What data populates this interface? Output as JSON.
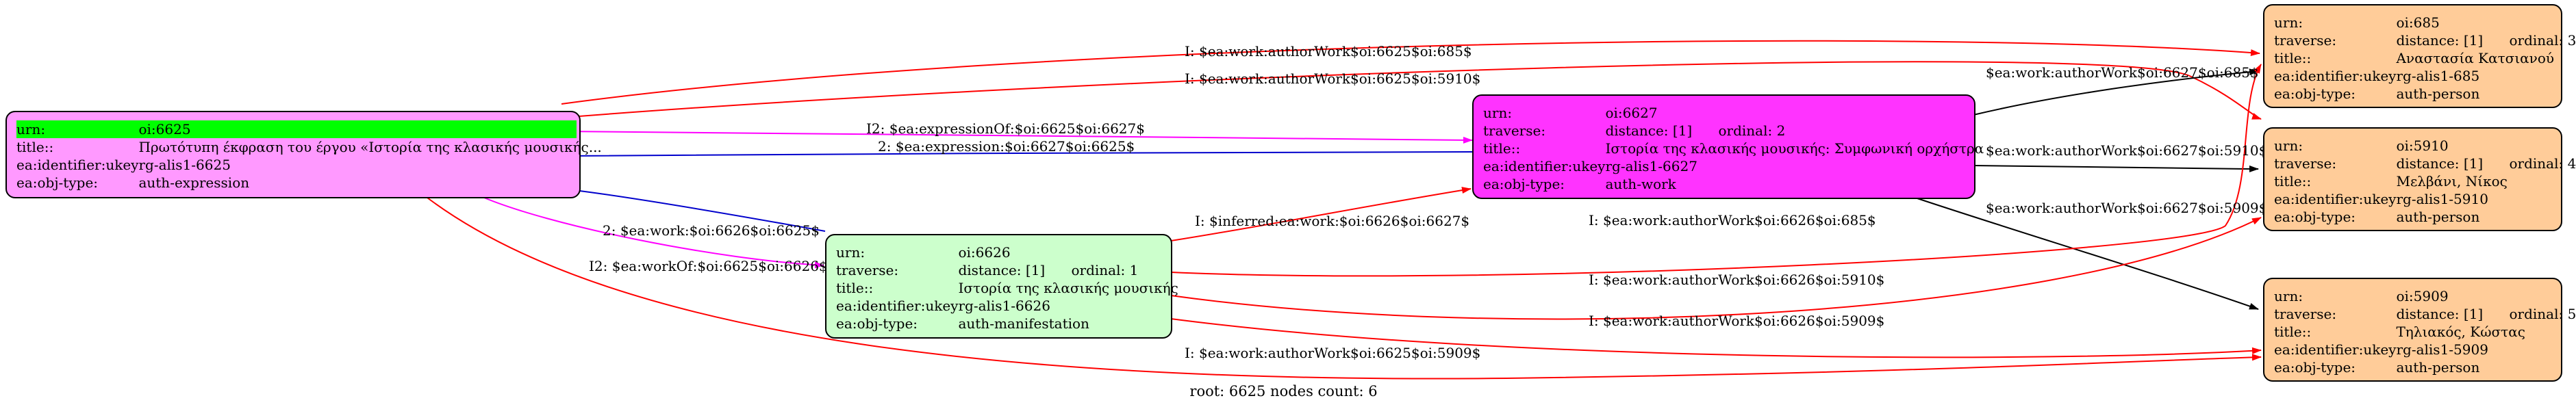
{
  "colors": {
    "expression": "#ff99ff",
    "work": "#ff33ff",
    "manifestation": "#ccffcc",
    "person": "#ffcc99",
    "root_highlight": "#00ff00",
    "edge_red": "#ff0000",
    "edge_magenta": "#ff00ff",
    "edge_blue": "#0000cc",
    "edge_black": "#000000"
  },
  "nodes": [
    {
      "id": "n6625",
      "type": "auth-expression",
      "root": true,
      "rows": {
        "urn_label": "urn:",
        "urn": "oi:6625",
        "title_label": "title::",
        "title": "Πρωτότυπη έκφραση του έργου «Ιστορία της κλασικής μουσικής...",
        "ukey_label": "ea:identifier:ukey",
        "ukey": "rg-alis1-6625",
        "objtype_label": "ea:obj-type:",
        "objtype": "auth-expression"
      }
    },
    {
      "id": "n6627",
      "type": "auth-work",
      "rows": {
        "urn_label": "urn:",
        "urn": "oi:6627",
        "traverse_label": "traverse:",
        "distance": "distance: [1]",
        "ordinal": "ordinal: 2",
        "title_label": "title::",
        "title": "Ιστορία της κλασικής μουσικής: Συμφωνική ορχήστρα",
        "ukey_label": "ea:identifier:ukey",
        "ukey": "rg-alis1-6627",
        "objtype_label": "ea:obj-type:",
        "objtype": "auth-work"
      }
    },
    {
      "id": "n6626",
      "type": "auth-manifestation",
      "rows": {
        "urn_label": "urn:",
        "urn": "oi:6626",
        "traverse_label": "traverse:",
        "distance": "distance: [1]",
        "ordinal": "ordinal: 1",
        "title_label": "title::",
        "title": "Ιστορία της κλασικής μουσικής",
        "ukey_label": "ea:identifier:ukey",
        "ukey": "rg-alis1-6626",
        "objtype_label": "ea:obj-type:",
        "objtype": "auth-manifestation"
      }
    },
    {
      "id": "n685",
      "type": "auth-person",
      "rows": {
        "urn_label": "urn:",
        "urn": "oi:685",
        "traverse_label": "traverse:",
        "distance": "distance: [1]",
        "ordinal": "ordinal: 3",
        "title_label": "title::",
        "title": "Αναστασία Κατσιανού",
        "ukey_label": "ea:identifier:ukey",
        "ukey": "rg-alis1-685",
        "objtype_label": "ea:obj-type:",
        "objtype": "auth-person"
      }
    },
    {
      "id": "n5910",
      "type": "auth-person",
      "rows": {
        "urn_label": "urn:",
        "urn": "oi:5910",
        "traverse_label": "traverse:",
        "distance": "distance: [1]",
        "ordinal": "ordinal: 4",
        "title_label": "title::",
        "title": "Μελβάνι, Νίκος",
        "ukey_label": "ea:identifier:ukey",
        "ukey": "rg-alis1-5910",
        "objtype_label": "ea:obj-type:",
        "objtype": "auth-person"
      }
    },
    {
      "id": "n5909",
      "type": "auth-person",
      "rows": {
        "urn_label": "urn:",
        "urn": "oi:5909",
        "traverse_label": "traverse:",
        "distance": "distance: [1]",
        "ordinal": "ordinal: 5",
        "title_label": "title::",
        "title": "Τηλιακός, Κώστας",
        "ukey_label": "ea:identifier:ukey",
        "ukey": "rg-alis1-5909",
        "objtype_label": "ea:obj-type:",
        "objtype": "auth-person"
      }
    }
  ],
  "edges": [
    {
      "id": "e1",
      "from": "oi:6625",
      "to": "oi:685",
      "label": "I: $ea:work:authorWork$oi:6625$oi:685$",
      "color": "red"
    },
    {
      "id": "e2",
      "from": "oi:6625",
      "to": "oi:5910",
      "label": "I: $ea:work:authorWork$oi:6625$oi:5910$",
      "color": "red"
    },
    {
      "id": "e3",
      "from": "oi:6625",
      "to": "oi:6627",
      "label": "I2: $ea:expressionOf:$oi:6625$oi:6627$",
      "color": "magenta"
    },
    {
      "id": "e4",
      "from": "oi:6627",
      "to": "oi:6625",
      "label": "2: $ea:expression:$oi:6627$oi:6625$",
      "color": "blue"
    },
    {
      "id": "e5",
      "from": "oi:6626",
      "to": "oi:6625",
      "label": "2: $ea:work:$oi:6626$oi:6625$",
      "color": "blue"
    },
    {
      "id": "e6",
      "from": "oi:6625",
      "to": "oi:6626",
      "label": "I2: $ea:workOf:$oi:6625$oi:6626$",
      "color": "magenta"
    },
    {
      "id": "e7",
      "from": "oi:6626",
      "to": "oi:6627",
      "label": "I: $inferred:ea:work:$oi:6626$oi:6627$",
      "color": "red"
    },
    {
      "id": "e8",
      "from": "oi:6627",
      "to": "oi:685",
      "label": "$ea:work:authorWork$oi:6627$oi:685$",
      "color": "black"
    },
    {
      "id": "e9",
      "from": "oi:6627",
      "to": "oi:5910",
      "label": "$ea:work:authorWork$oi:6627$oi:5910$",
      "color": "black"
    },
    {
      "id": "e10",
      "from": "oi:6627",
      "to": "oi:5909",
      "label": "$ea:work:authorWork$oi:6627$oi:5909$",
      "color": "black"
    },
    {
      "id": "e11",
      "from": "oi:6626",
      "to": "oi:685",
      "label": "I: $ea:work:authorWork$oi:6626$oi:685$",
      "color": "red"
    },
    {
      "id": "e12",
      "from": "oi:6626",
      "to": "oi:5910",
      "label": "I: $ea:work:authorWork$oi:6626$oi:5910$",
      "color": "red"
    },
    {
      "id": "e13",
      "from": "oi:6626",
      "to": "oi:5909",
      "label": "I: $ea:work:authorWork$oi:6626$oi:5909$",
      "color": "red"
    },
    {
      "id": "e14",
      "from": "oi:6625",
      "to": "oi:5909",
      "label": "I: $ea:work:authorWork$oi:6625$oi:5909$",
      "color": "red"
    }
  ],
  "footer": "root: 6625 nodes count: 6"
}
